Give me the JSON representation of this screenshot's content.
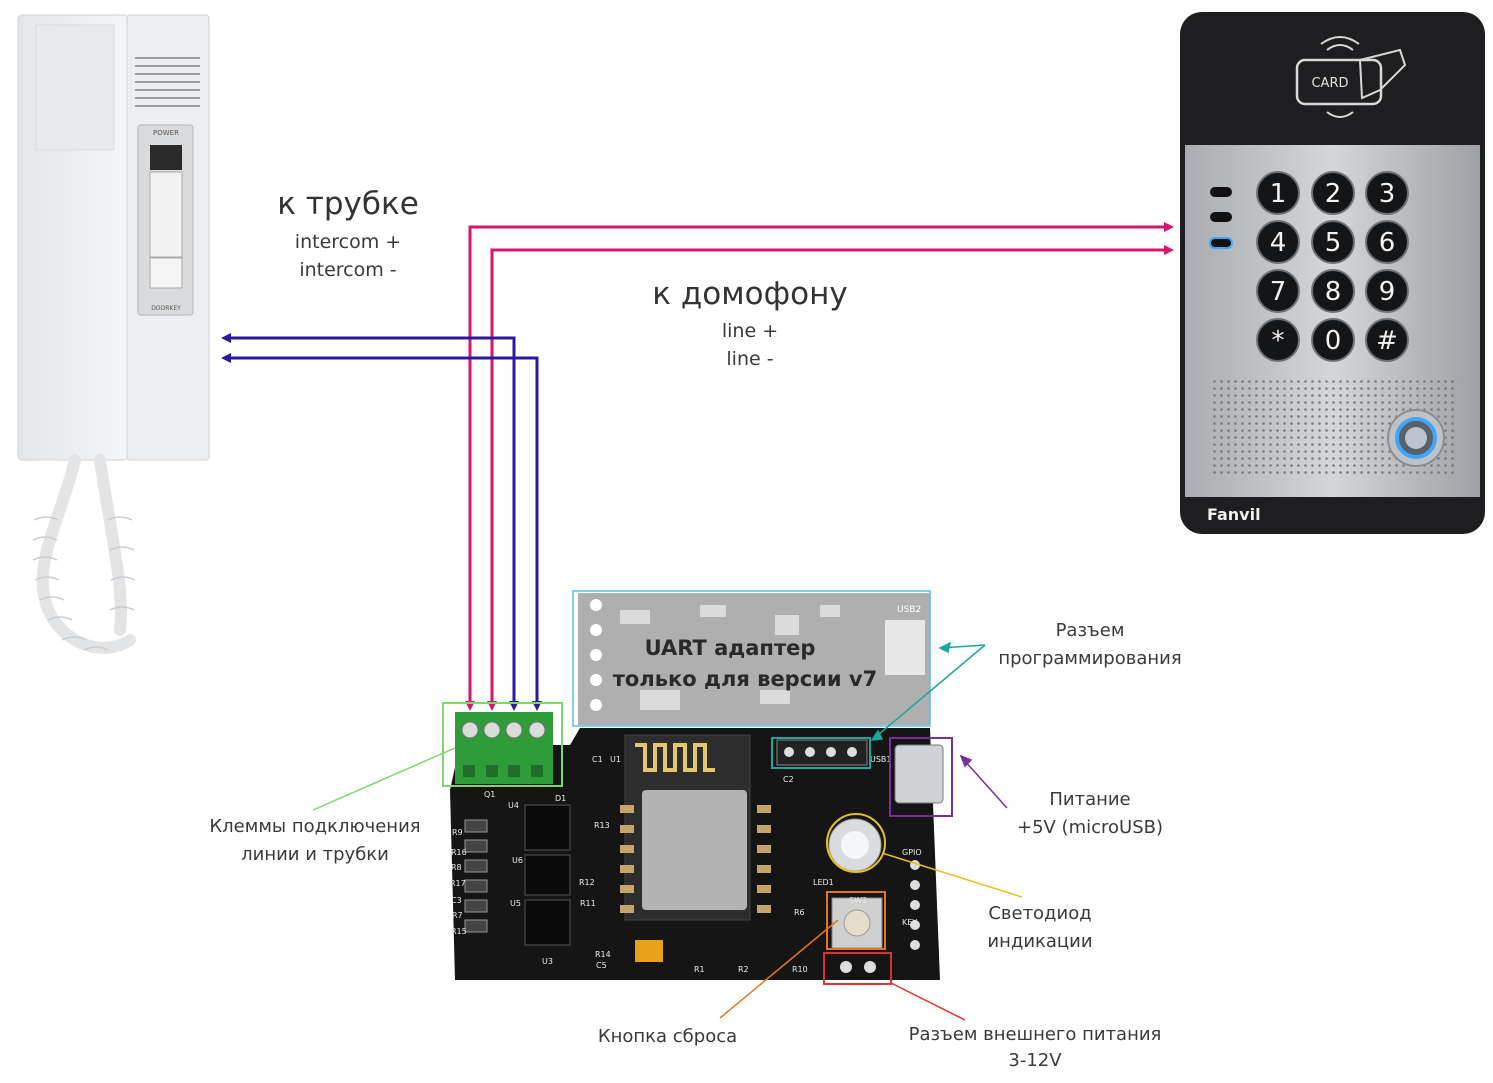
{
  "labels": {
    "handset_title": "к трубке",
    "handset_plus": "intercom +",
    "handset_minus": "intercom -",
    "panel_title": "к домофону",
    "panel_plus": "line +",
    "panel_minus": "line -",
    "uart_line1": "UART адаптер",
    "uart_line2": "только для версии v7",
    "prog_line1": "Разъем",
    "prog_line2": "программирования",
    "power_line1": "Питание",
    "power_line2": "+5V (microUSB)",
    "led_line1": "Светодиод",
    "led_line2": "индикации",
    "ext_power_line1": "Разъем внешнего питания",
    "ext_power_line2": "3-12V",
    "reset": "Кнопка сброса",
    "terminals_line1": "Клеммы подключения",
    "terminals_line2": "линии и трубки"
  },
  "door_panel": {
    "card_label": "CARD",
    "brand": "Fanvil",
    "keys": [
      "1",
      "2",
      "3",
      "4",
      "5",
      "6",
      "7",
      "8",
      "9",
      "*",
      "0",
      "#"
    ]
  },
  "handset": {
    "power_label": "POWER",
    "doorkey_label": "DOORKEY"
  },
  "pcb_silkscreen": [
    "USB2",
    "Q1",
    "D1",
    "R9",
    "R16",
    "R8",
    "R17",
    "C3",
    "R7",
    "R15",
    "U4",
    "U6",
    "U5",
    "U3",
    "R13",
    "R12",
    "R11",
    "R14",
    "C5",
    "C1",
    "U1",
    "C2",
    "R1",
    "R2",
    "R6",
    "R10",
    "SW2",
    "LED1",
    "GPIO",
    "KEY",
    "USB1"
  ],
  "colors": {
    "intercom_wire": "#d6166e",
    "line_wire": "#2b1aa0",
    "uart_box": "#5bbde0",
    "terminal_box": "#7fd66a",
    "prog_box": "#1aa89a",
    "power_box": "#7a2e9e",
    "led_circle": "#e8c21a",
    "reset_box": "#e8751a",
    "ext_power_box": "#e03030"
  }
}
